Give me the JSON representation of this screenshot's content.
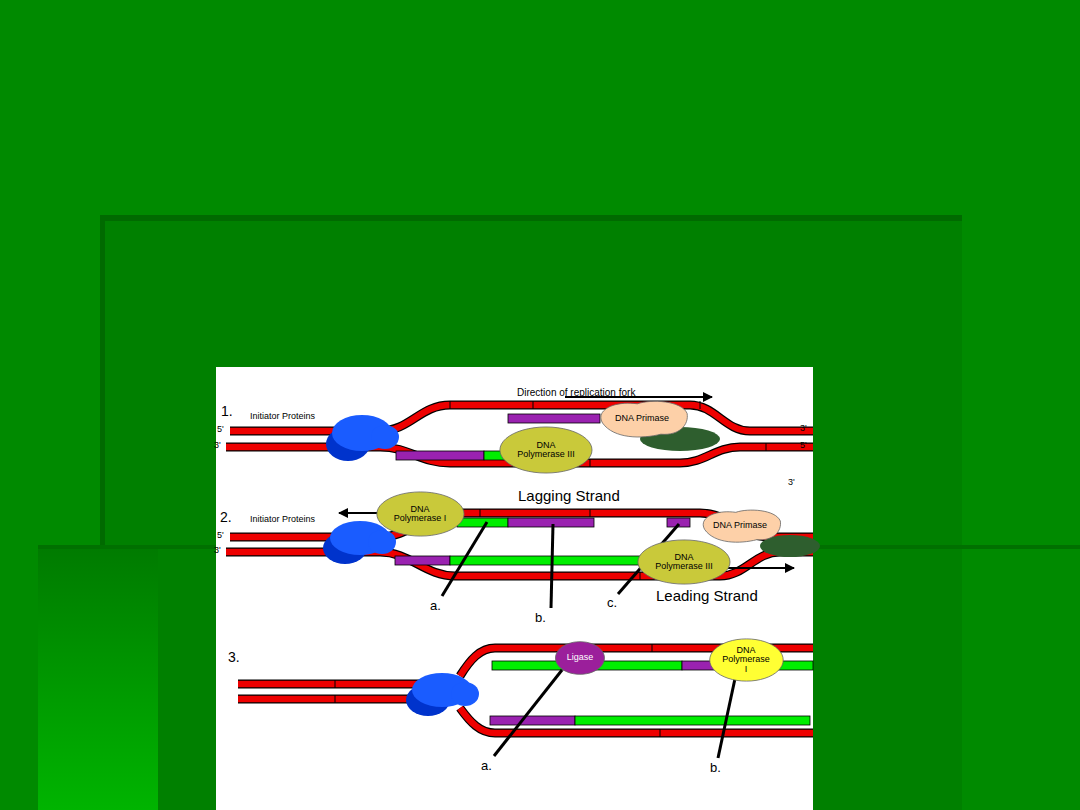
{
  "diagram": {
    "nodes": [
      {
        "text": [
          "DNA Primase"
        ]
      },
      {
        "text": [
          "DNA Polymerase III"
        ]
      },
      {
        "text": [
          "DNA Polymerase I"
        ]
      },
      {
        "text": [
          "DNA Primase"
        ]
      },
      {
        "text": [
          "DNA Polymerase III"
        ]
      },
      {
        "text": [
          "Ligase"
        ]
      },
      {
        "text": [
          "DNA Polymerase I"
        ]
      }
    ],
    "labels": [
      "Direction of replication fork",
      "1.",
      "Initiator Proteins",
      "5'",
      "3'",
      "3'",
      "5'",
      "3'",
      "Lagging Strand",
      "2.",
      "Initiator Proteins",
      "5'",
      "3'",
      "Leading Strand",
      "a.",
      "b.",
      "c.",
      "3.",
      "a.",
      "b."
    ]
  }
}
